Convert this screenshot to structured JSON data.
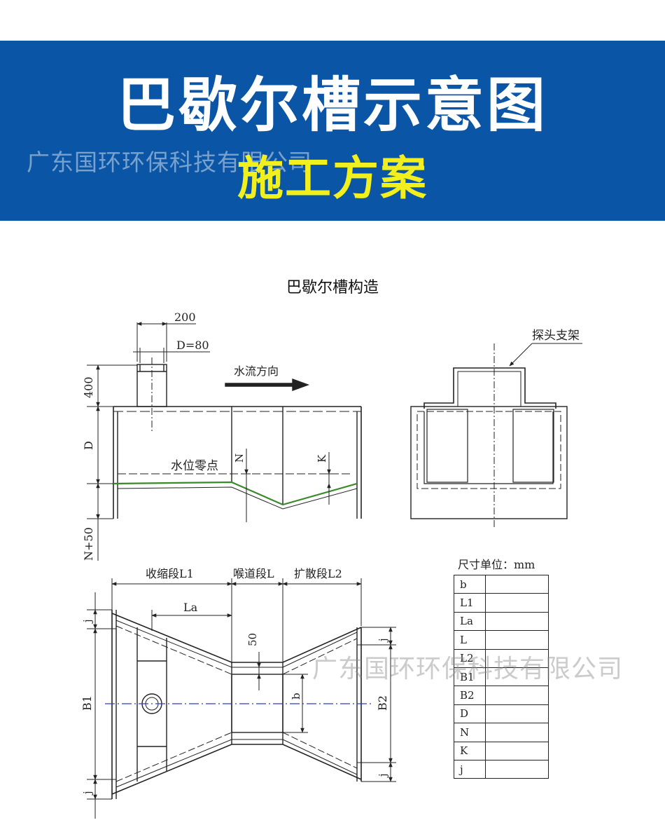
{
  "banner": {
    "title": "巴歇尔槽示意图",
    "subtitle": "施工方案",
    "watermark": "广东国环环保科技有限公司",
    "bg_color": "#0a55a5",
    "subtitle_color": "#f2ef1f"
  },
  "section_title": "巴歇尔槽构造",
  "side_view": {
    "dim_200": "200",
    "dim_d80": "D=80",
    "dim_400": "400",
    "dim_d": "D",
    "dim_n50": "N+50",
    "flow_label": "水流方向",
    "zero_label": "水位零点",
    "n_label": "N",
    "k_label": "K"
  },
  "front_view": {
    "probe_label": "探头支架"
  },
  "plan_view": {
    "seg_l1": "收缩段L1",
    "seg_l": "喉道段L",
    "seg_l2": "扩散段L2",
    "la": "La",
    "dim_50": "50",
    "b": "b",
    "b1": "B1",
    "b2": "B2",
    "j_top_left": "j",
    "j_bottom_left": "j",
    "j_top_right": "j",
    "j_bottom_right": "j"
  },
  "dimension_table": {
    "unit_label": "尺寸单位：mm",
    "rows": [
      "b",
      "L1",
      "La",
      "L",
      "L2",
      "B1",
      "B2",
      "D",
      "N",
      "K",
      "j"
    ]
  },
  "watermark2": "广东国环环保科技有限公司"
}
